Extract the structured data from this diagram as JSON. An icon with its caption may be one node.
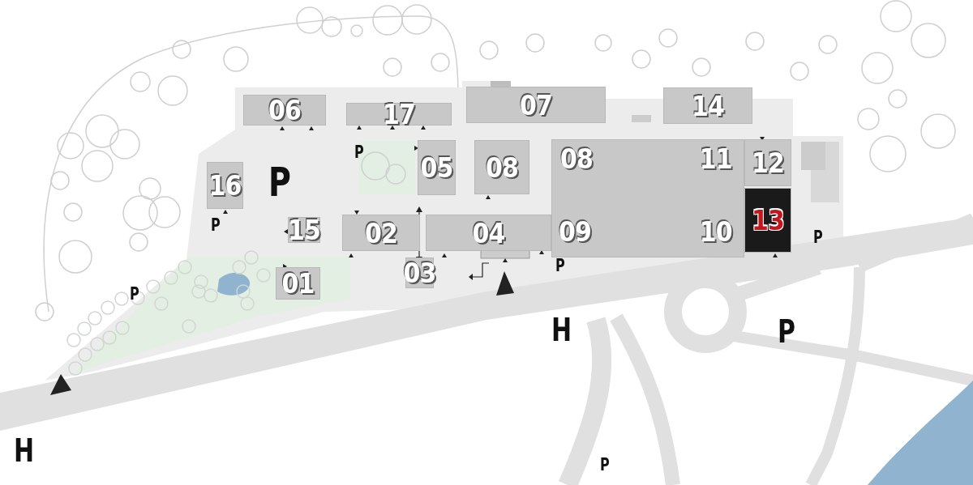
{
  "diagram": {
    "nodes": [
      {
        "text": [
          "06"
        ]
      },
      {
        "text": [
          "17"
        ]
      },
      {
        "text": [
          "07"
        ]
      },
      {
        "text": [
          "14"
        ]
      },
      {
        "text": [
          "16"
        ]
      },
      {
        "text": [
          "05"
        ]
      },
      {
        "text": [
          "08"
        ]
      },
      {
        "text": [
          "08",
          "11",
          "09",
          "10"
        ]
      },
      {
        "text": [
          "12"
        ]
      },
      {
        "text": [
          "02"
        ]
      },
      {
        "text": [
          "04"
        ]
      },
      {
        "text": [
          "15"
        ]
      },
      {
        "text": [
          "13"
        ]
      },
      {
        "text": [
          "01"
        ]
      },
      {
        "text": [
          "03"
        ]
      }
    ],
    "labels": [
      "P",
      "P",
      "P",
      "P",
      "P",
      "P",
      "P",
      "H",
      "H",
      "P"
    ]
  }
}
